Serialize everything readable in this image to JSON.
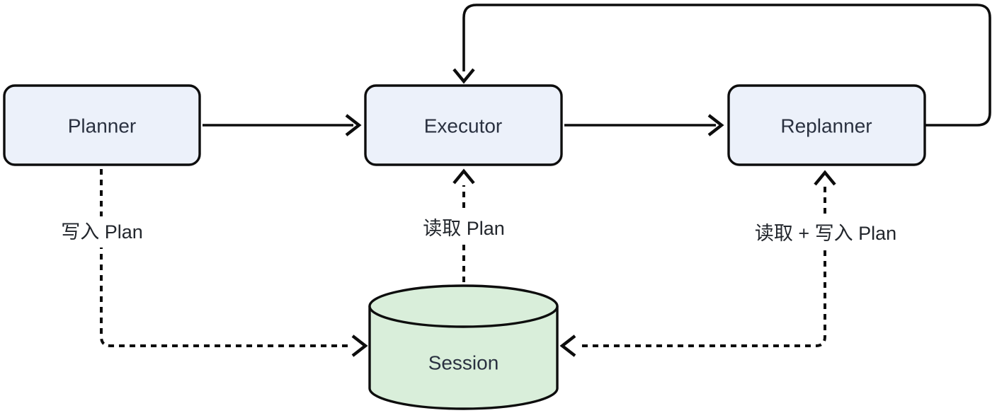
{
  "diagram_type": "flowchart",
  "colors": {
    "background": "#ffffff",
    "node_fill": "#ecf1fa",
    "node_border": "#0d0d0d",
    "node_text": "#2a3140",
    "store_fill": "#d9eeda",
    "edge_stroke": "#0d0d0d",
    "edge_label_text": "#22262c",
    "edge_label_bg": "#ffffff"
  },
  "nodes": {
    "planner": {
      "label": "Planner",
      "shape": "rounded-rect"
    },
    "executor": {
      "label": "Executor",
      "shape": "rounded-rect"
    },
    "replanner": {
      "label": "Replanner",
      "shape": "rounded-rect"
    },
    "session": {
      "label": "Session",
      "shape": "cylinder"
    }
  },
  "edges": [
    {
      "from": "planner",
      "to": "executor",
      "style": "solid-arrow"
    },
    {
      "from": "executor",
      "to": "replanner",
      "style": "solid-arrow"
    },
    {
      "from": "replanner",
      "to": "executor",
      "style": "solid-arrow",
      "route": "loop-over-top"
    },
    {
      "from": "planner",
      "to": "session",
      "style": "dashed-arrow",
      "label": "写入 Plan"
    },
    {
      "from": "session",
      "to": "executor",
      "style": "dashed-arrow",
      "label": "读取 Plan"
    },
    {
      "from": "replanner",
      "to": "session",
      "style": "dashed-arrow",
      "direction": "both-ends",
      "label": "读取 + 写入 Plan"
    }
  ]
}
